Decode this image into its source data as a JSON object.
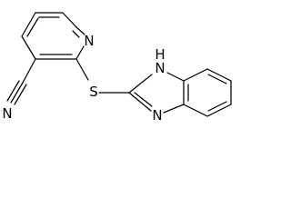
{
  "molecule": {
    "atoms": {
      "pyridine_n": "N",
      "sulfur": "S",
      "imidazole_nh_n": "N",
      "imidazole_nh_h": "H",
      "imidazole_n": "N",
      "nitrile_n": "N"
    }
  }
}
